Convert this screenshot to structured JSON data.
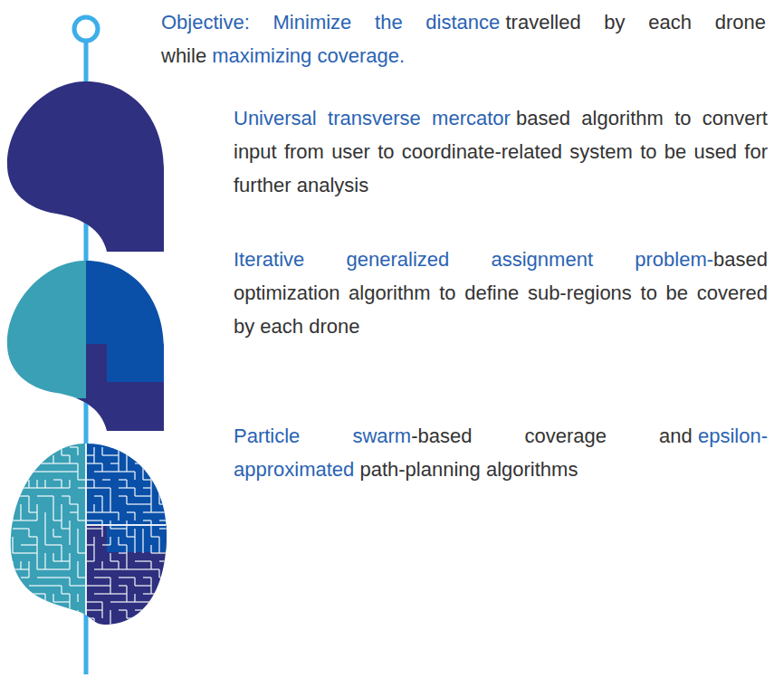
{
  "diagram": {
    "labels": [
      "Objective: Minimize the distance",
      "travelled by each drone while",
      "maximizing coverage.",
      "Universal transverse mercator",
      "based algorithm to convert input from user to coordinate-related system to be used for further analysis",
      "Iterative generalized assignment problem-",
      "based optimization algorithm to define sub-regions to be covered by each drone",
      "Particle swarm",
      "-based coverage and",
      "epsilon-approximated",
      "path-planning algorithms"
    ]
  }
}
